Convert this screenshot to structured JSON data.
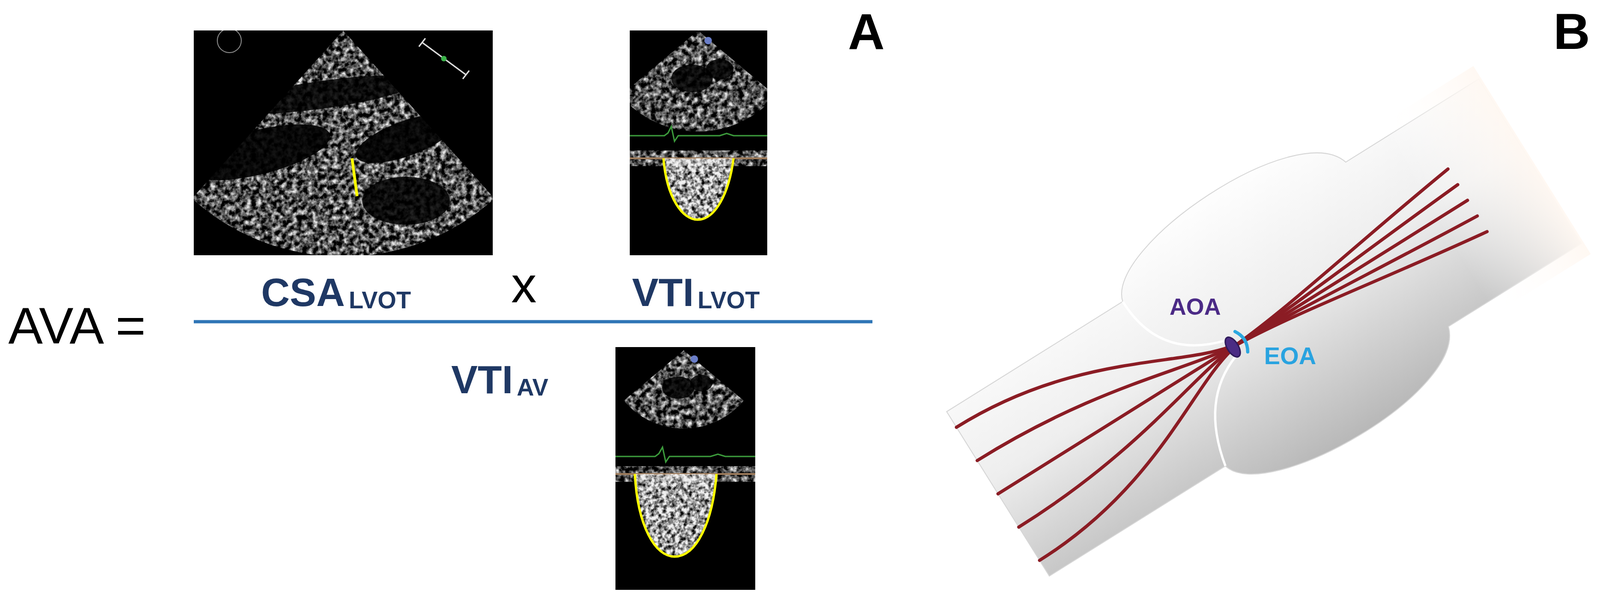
{
  "diagram": {
    "labels": [
      "A",
      "AVA =",
      "CSA",
      "LVOT",
      "x",
      "VTI",
      "LVOT",
      "VTI",
      "AV",
      "B",
      "AOA",
      "EOA"
    ]
  }
}
